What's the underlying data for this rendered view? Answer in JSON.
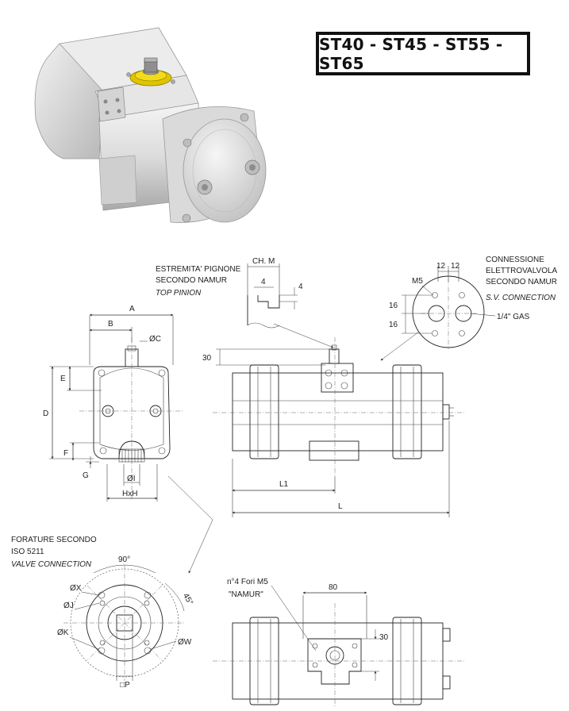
{
  "title": "ST40 - ST45 - ST55 - ST65",
  "pinion": {
    "line1": "ESTREMITA' PIGNONE",
    "line2": "SECONDO NAMUR",
    "line3": "TOP PINION",
    "ch": "CH. M",
    "d4a": "4",
    "d4b": "4"
  },
  "sv": {
    "line1": "CONNESSIONE",
    "line2": "ELETTROVALVOLA",
    "line3": "SECONDO NAMUR",
    "line4": "S.V. CONNECTION",
    "d12a": "12",
    "d12b": "12",
    "m5": "M5",
    "d16a": "16",
    "d16b": "16",
    "gas": "1/4\" GAS"
  },
  "front": {
    "A": "A",
    "B": "B",
    "C": "ØC",
    "D": "D",
    "E": "E",
    "F": "F",
    "G": "G",
    "I": "ØI",
    "HxH": "HxH"
  },
  "side": {
    "d30": "30",
    "L1": "L1",
    "L": "L"
  },
  "iso": {
    "line1": "FORATURE SECONDO",
    "line2": "ISO 5211",
    "line3": "VALVE CONNECTION",
    "a90": "90°",
    "a45": "45°",
    "X": "ØX",
    "J": "ØJ",
    "K": "ØK",
    "W": "ØW",
    "P": "□P"
  },
  "namur": {
    "fori": "n°4 Fori M5",
    "label": "\"NAMUR\"",
    "d80": "80",
    "d30": "30"
  }
}
